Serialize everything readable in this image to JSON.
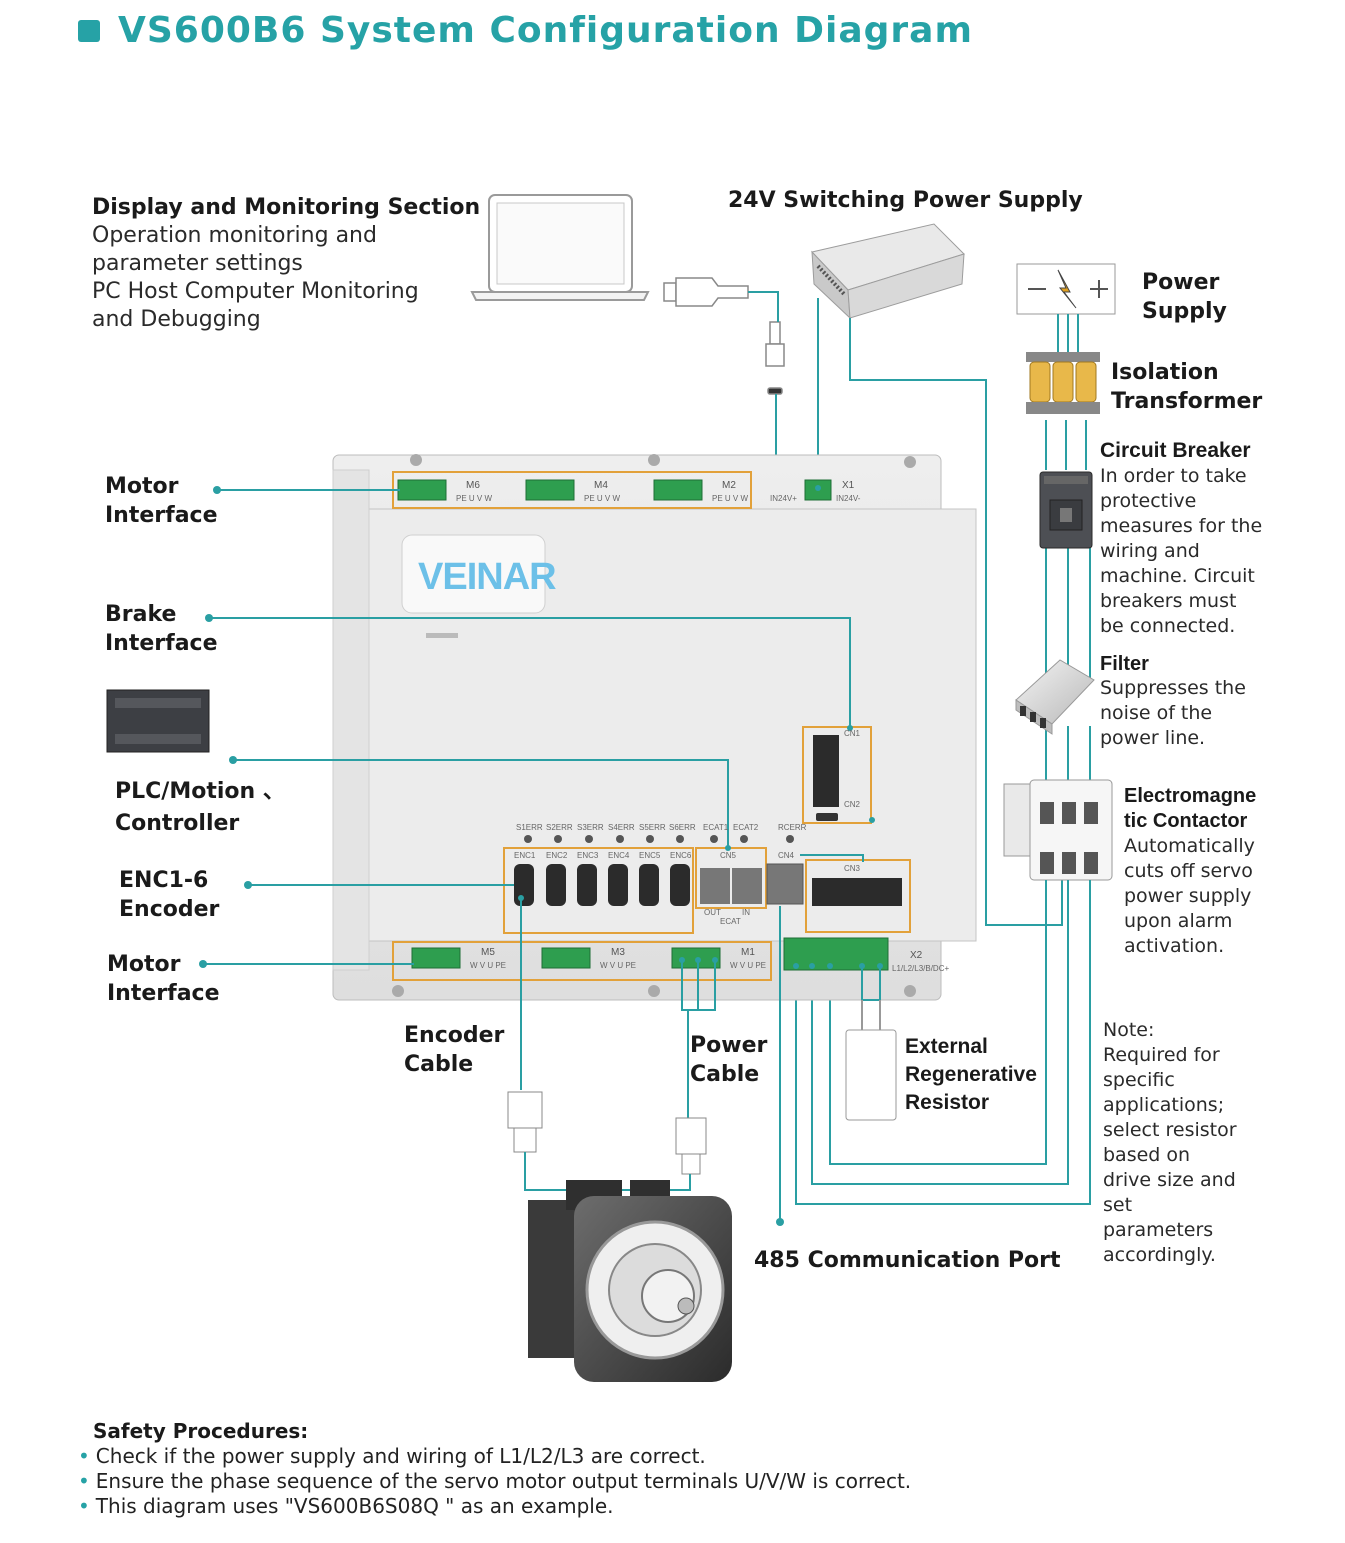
{
  "title": "VS600B6 System Configuration Diagram",
  "display_section": {
    "heading": "Display and Monitoring Section",
    "lines": [
      "Operation monitoring and",
      "parameter settings",
      "PC Host Computer Monitoring",
      "and Debugging"
    ]
  },
  "switching_power": "24V Switching Power Supply",
  "power_supply": {
    "line1": "Power",
    "line2": "Supply"
  },
  "isolation_transformer": {
    "line1": "Isolation",
    "line2": "Transformer"
  },
  "circuit_breaker": {
    "heading": "Circuit Breaker",
    "lines": [
      "In order to take",
      "protective",
      "measures for the",
      "wiring and",
      "machine. Circuit",
      "breakers must",
      "be connected."
    ]
  },
  "filter": {
    "heading": "Filter",
    "lines": [
      "Suppresses the",
      "noise of the",
      "power line."
    ]
  },
  "contactor": {
    "heading_lines": [
      "Electromagne",
      "tic Contactor"
    ],
    "lines": [
      "Automatically",
      "cuts off servo",
      "power supply",
      "upon alarm",
      "activation."
    ]
  },
  "motor_interface_top": {
    "line1": "Motor",
    "line2": "Interface"
  },
  "brake_interface": {
    "line1": "Brake",
    "line2": "Interface"
  },
  "plc": {
    "line1": "PLC/Motion 、",
    "line2": "Controller"
  },
  "encoder_label": {
    "line1": "ENC1-6",
    "line2": "Encoder"
  },
  "motor_interface_bottom": {
    "line1": "Motor",
    "line2": "Interface"
  },
  "encoder_cable": {
    "line1": "Encoder",
    "line2": "Cable"
  },
  "power_cable": {
    "line1": "Power",
    "line2": "Cable"
  },
  "regen_resistor": {
    "line1": "External",
    "line2": "Regenerative",
    "line3": "Resistor"
  },
  "comm_port": "485 Communication Port",
  "note": {
    "lines": [
      "Note:",
      "Required for",
      "specific",
      "applications;",
      "select resistor",
      "based on",
      "drive size and",
      "set",
      "parameters",
      "accordingly."
    ]
  },
  "safety": {
    "heading": "Safety Procedures:",
    "bullets": [
      "Check if the power supply and wiring of L1/L2/L3 are correct.",
      "Ensure the phase sequence of the servo motor output terminals U/V/W is correct.",
      "This diagram uses \"VS600B6S08Q \" as an example."
    ]
  },
  "drive": {
    "brand": "VEINAR",
    "top_connectors": [
      {
        "name": "M6",
        "pins": "PE U V W"
      },
      {
        "name": "M4",
        "pins": "PE U V W"
      },
      {
        "name": "M2",
        "pins": "PE U V W"
      }
    ],
    "x1": {
      "name": "X1",
      "left": "IN24V+",
      "right": "IN24V-"
    },
    "bottom_connectors": [
      {
        "name": "M5",
        "pins": "W V U PE"
      },
      {
        "name": "M3",
        "pins": "W V U PE"
      },
      {
        "name": "M1",
        "pins": "W V U PE"
      }
    ],
    "x2": {
      "name": "X2",
      "pins": "L1/L2/L3/B/DC+"
    },
    "err_labels": [
      "S1ERR",
      "S2ERR",
      "S3ERR",
      "S4ERR",
      "S5ERR",
      "S6ERR",
      "ECAT1",
      "ECAT2",
      "RCERR"
    ],
    "enc_labels": [
      "ENC1",
      "ENC2",
      "ENC3",
      "ENC4",
      "ENC5",
      "ENC6"
    ],
    "cn5": "CN5",
    "cn4": "CN4",
    "cn3": "CN3",
    "cn1": "CN1",
    "cn2": "CN2",
    "ecat_out": "OUT",
    "ecat_in": "IN",
    "ecat": "ECAT"
  },
  "colors": {
    "accent": "#26a2a6",
    "connector": "#e2a13a",
    "terminal": "#2e9e4f",
    "wire": "#2a9fa3"
  }
}
